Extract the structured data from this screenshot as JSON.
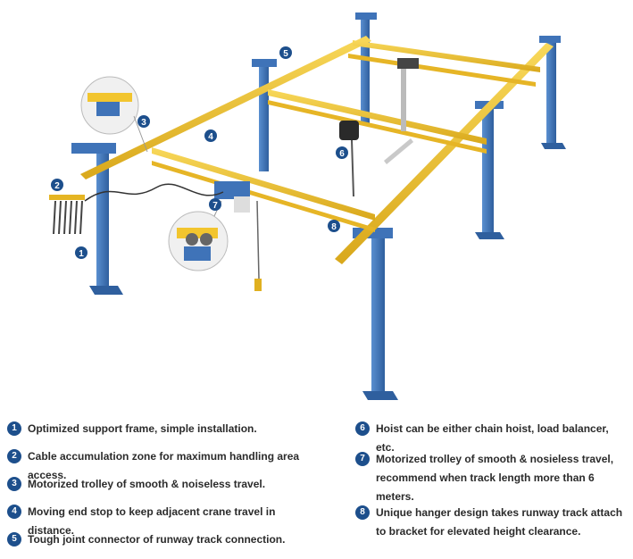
{
  "callouts": [
    {
      "n": "1"
    },
    {
      "n": "2"
    },
    {
      "n": "3"
    },
    {
      "n": "4"
    },
    {
      "n": "5"
    },
    {
      "n": "6"
    },
    {
      "n": "7"
    },
    {
      "n": "8"
    }
  ],
  "legend": {
    "left": [
      {
        "n": "1",
        "text": "Optimized support frame, simple installation."
      },
      {
        "n": "2",
        "text": "Cable accumulation zone for maximum handling area access."
      },
      {
        "n": "3",
        "text": "Motorized trolley of smooth & noiseless travel."
      },
      {
        "n": "4",
        "text": "Moving end stop to keep adjacent crane travel in distance."
      },
      {
        "n": "5",
        "text": "Tough joint connector of runway track connection."
      }
    ],
    "right": [
      {
        "n": "6",
        "text": "Hoist can be either chain hoist, load balancer, etc."
      },
      {
        "n": "7",
        "text": "Motorized trolley of smooth & nosieless travel, recommend when track length more than 6 meters."
      },
      {
        "n": "8",
        "text": "Unique hanger design takes runway track attach to bracket for elevated height clearance."
      }
    ]
  },
  "colors": {
    "beam_yellow": "#f2c52e",
    "column_blue": "#3f73b8",
    "badge_blue": "#1d4f8c"
  }
}
